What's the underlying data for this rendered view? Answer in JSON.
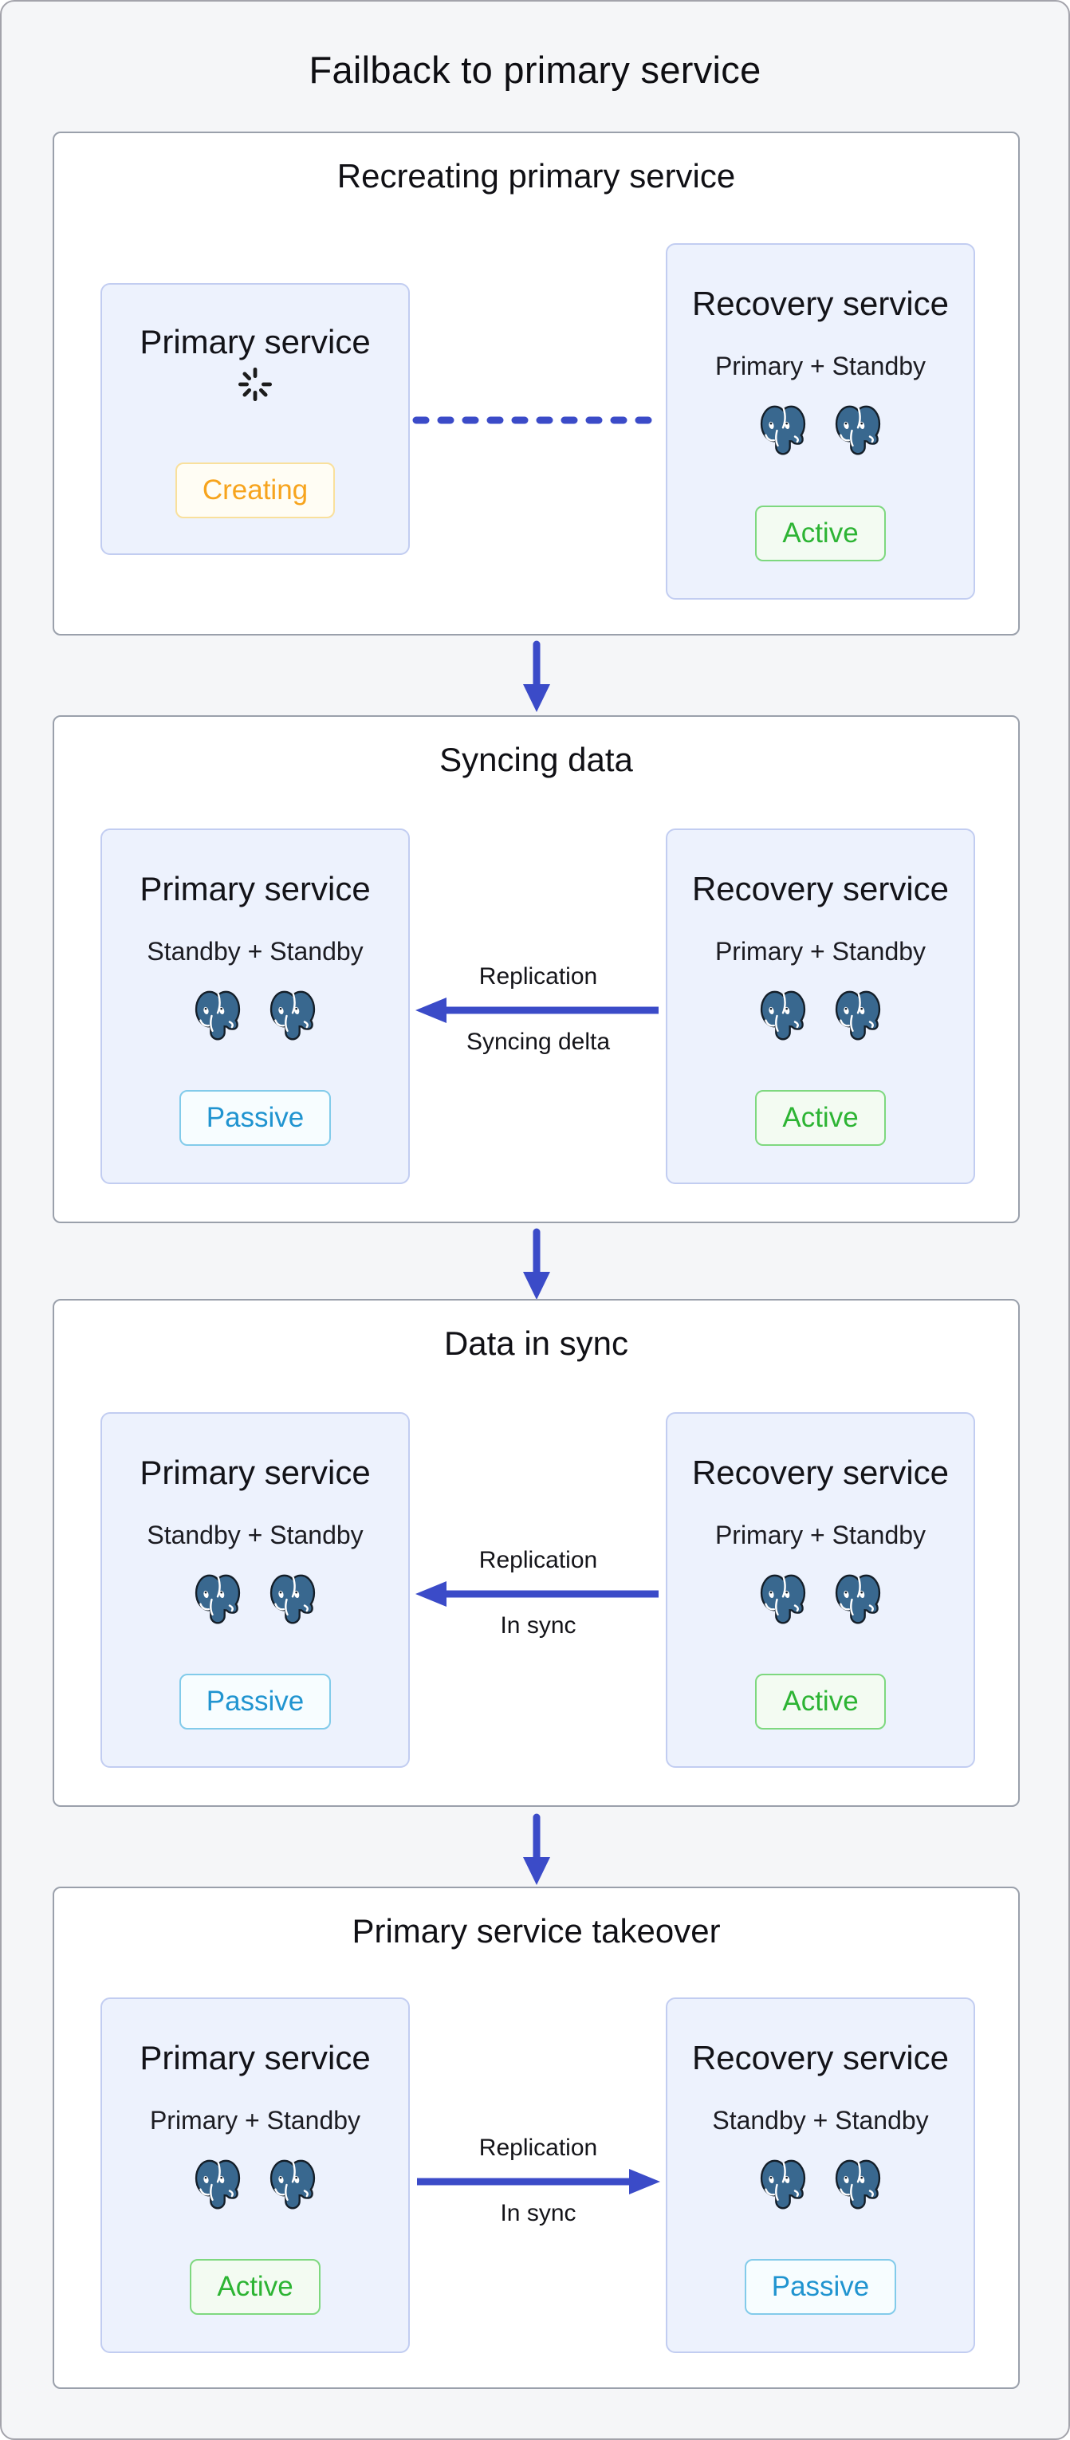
{
  "page": {
    "title": "Failback to primary service"
  },
  "colors": {
    "arrow_blue": "#3b4bc8",
    "creating_orange": "#f7a41d",
    "active_green": "#2db434",
    "passive_blue": "#2094d0",
    "postgres_blue": "#39688f",
    "box_background": "#edf2fd",
    "panel_background": "#ffffff",
    "page_background": "#f5f6f8"
  },
  "icons": {
    "spinner": "loading-spinner-icon",
    "database": "postgresql-elephant-icon",
    "down_arrow": "down-arrow-icon",
    "left_arrow": "left-arrow-icon",
    "right_arrow": "right-arrow-icon"
  },
  "stages": [
    {
      "title": "Recreating primary service",
      "left": {
        "title": "Primary service",
        "badge": "Creating"
      },
      "right": {
        "title": "Recovery service",
        "subtitle": "Primary + Standby",
        "badge": "Active"
      },
      "connector": {
        "type": "dashed-line",
        "direction": "none"
      }
    },
    {
      "title": "Syncing data",
      "left": {
        "title": "Primary service",
        "subtitle": "Standby + Standby",
        "badge": "Passive"
      },
      "right": {
        "title": "Recovery service",
        "subtitle": "Primary + Standby",
        "badge": "Active"
      },
      "connector": {
        "type": "solid-arrow",
        "direction": "left",
        "label_top": "Replication",
        "label_bottom": "Syncing delta"
      }
    },
    {
      "title": "Data in sync",
      "left": {
        "title": "Primary service",
        "subtitle": "Standby + Standby",
        "badge": "Passive"
      },
      "right": {
        "title": "Recovery service",
        "subtitle": "Primary + Standby",
        "badge": "Active"
      },
      "connector": {
        "type": "solid-arrow",
        "direction": "left",
        "label_top": "Replication",
        "label_bottom": "In sync"
      }
    },
    {
      "title": "Primary service takeover",
      "left": {
        "title": "Primary service",
        "subtitle": "Primary + Standby",
        "badge": "Active"
      },
      "right": {
        "title": "Recovery service",
        "subtitle": "Standby + Standby",
        "badge": "Passive"
      },
      "connector": {
        "type": "solid-arrow",
        "direction": "right",
        "label_top": "Replication",
        "label_bottom": "In sync"
      }
    }
  ]
}
